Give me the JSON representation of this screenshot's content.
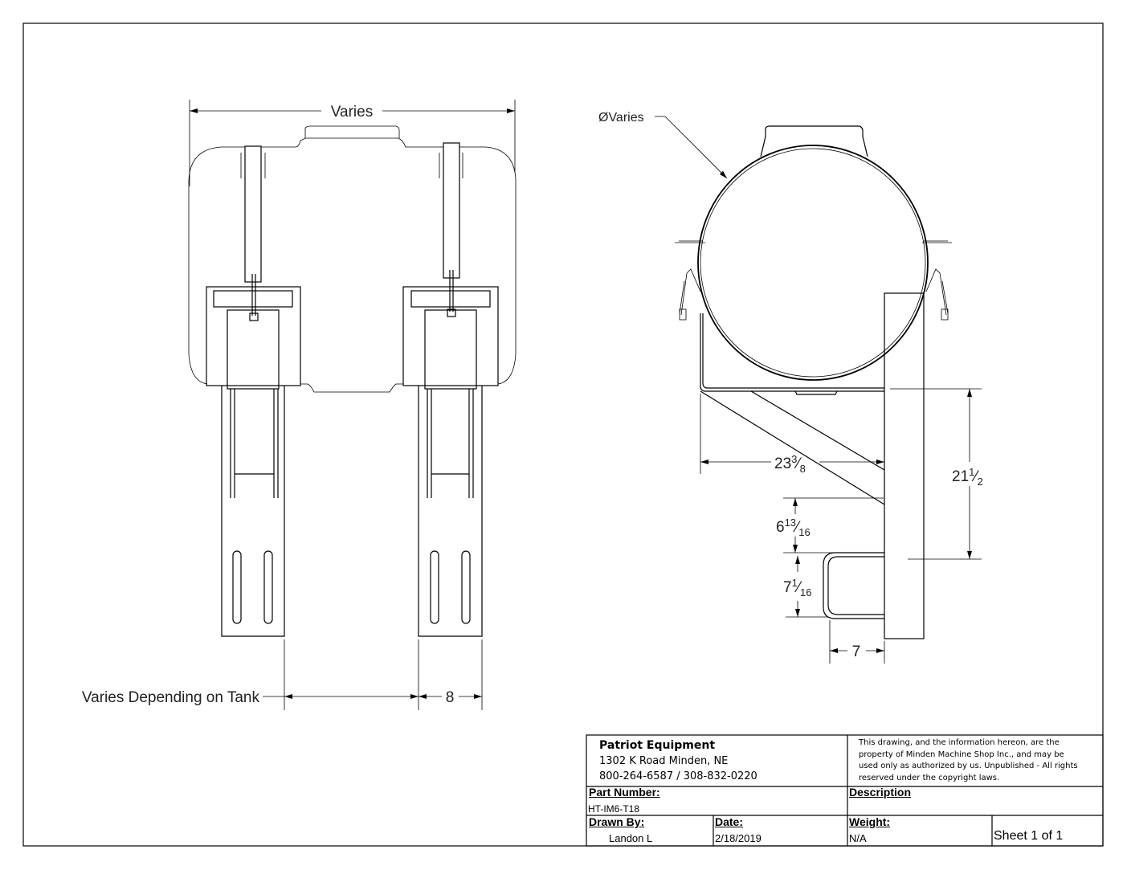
{
  "drawing": {
    "front_view": {
      "overall_width_label": "Varies",
      "leg_spacing_label": "Varies Depending on Tank",
      "leg_width_label": "8"
    },
    "side_view": {
      "diameter_label": "ØVaries",
      "bracket_depth": {
        "whole": "23",
        "num": "3",
        "den": "8"
      },
      "height": {
        "whole": "21",
        "num": "1",
        "den": "2"
      },
      "upper_gap": {
        "whole": "6",
        "num": "13",
        "den": "16"
      },
      "hitch_height": {
        "whole": "7",
        "num": "1",
        "den": "16"
      },
      "hitch_depth_label": "7"
    }
  },
  "title_block": {
    "company": "Patriot Equipment",
    "address": "1302 K Road  Minden, NE",
    "phone": "800-264-6587 / 308-832-0220",
    "notice": [
      "This drawing, and the information hereon, are the",
      "property of Minden Machine Shop Inc., and may be",
      "used only as authorized by us. Unpublished - All rights",
      "reserved under the copyright laws."
    ],
    "part_number_label": "Part Number:",
    "part_number": "HT-IM6-T18",
    "description_label": "Description",
    "drawn_by_label": "Drawn By:",
    "drawn_by": "Landon L",
    "date_label": "Date:",
    "date": "2/18/2019",
    "weight_label": "Weight:",
    "weight": "N/A",
    "sheet": "Sheet 1  of  1"
  }
}
